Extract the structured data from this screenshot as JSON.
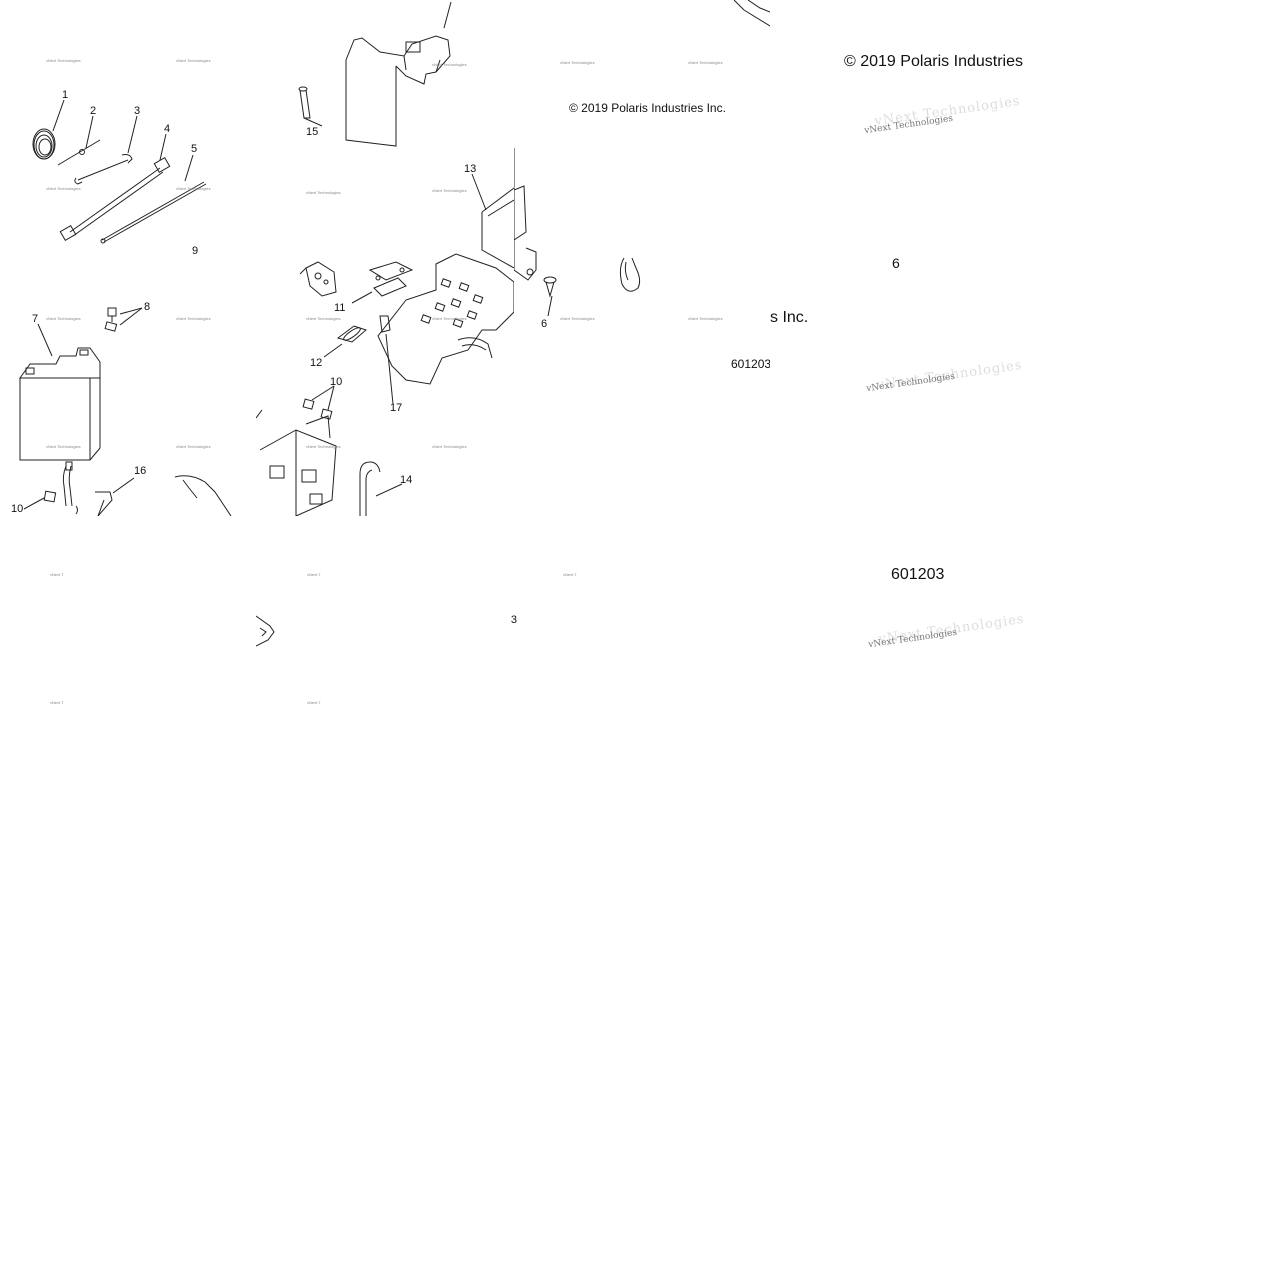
{
  "diagram": {
    "callouts": {
      "c1": "1",
      "c2": "2",
      "c3": "3",
      "c4": "4",
      "c5": "5",
      "c6a": "6",
      "c6b": "6",
      "c7": "7",
      "c8": "8",
      "c9": "9",
      "c10a": "10",
      "c10b": "10",
      "c11": "11",
      "c12": "12",
      "c13": "13",
      "c14": "14",
      "c15": "15",
      "c16": "16",
      "c17": "17",
      "c3frag": "3"
    },
    "copyright_large": "© 2019 Polaris Industries",
    "copyright_small": "© 2019 Polaris Industries Inc.",
    "copyright_fragment": "s Inc.",
    "part_number": "601203",
    "part_number_fragment": "601203",
    "watermark_text": "vNext Technologies",
    "watermark_short": "vNext T"
  }
}
